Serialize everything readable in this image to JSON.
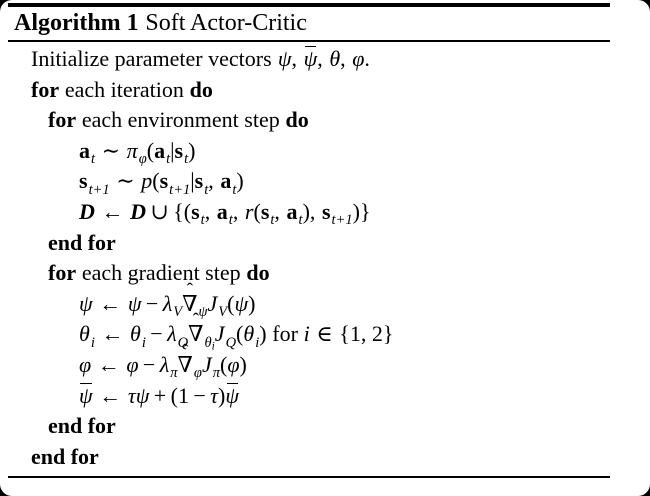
{
  "colors": {
    "frame_bg": "#000000",
    "page_bg": "#ffffff",
    "text": "#000000",
    "rule": "#000000"
  },
  "header": {
    "label": "Algorithm 1",
    "title": "Soft Actor-Critic"
  },
  "words": {
    "initialize": "Initialize parameter vectors",
    "for": "for",
    "do": "do",
    "end_for": "end for",
    "each_iteration": "each iteration",
    "each_env_step": "each environment step",
    "each_grad_step": "each gradient step"
  },
  "sym": {
    "psi": "ψ",
    "theta": "θ",
    "phi": "φ",
    "pi": "π",
    "lambda": "λ",
    "tau": "τ",
    "nabla": "∇",
    "hat": "ˆ",
    "gets": "←",
    "sim": "∼",
    "cup": "∪",
    "isin": "∈",
    "minus": "−",
    "plus": "+",
    "a": "a",
    "s": "s",
    "t": "t",
    "tp1": "t+1",
    "p": "p",
    "r": "r",
    "J": "J",
    "V": "V",
    "Q": "Q",
    "i": "i",
    "D": "D",
    "lparen": "(",
    "rparen": ")",
    "lbrace": "{",
    "rbrace": "}",
    "pipe": "|",
    "comma": ",",
    "period": ".",
    "one": "1",
    "one_two": "1, 2"
  }
}
